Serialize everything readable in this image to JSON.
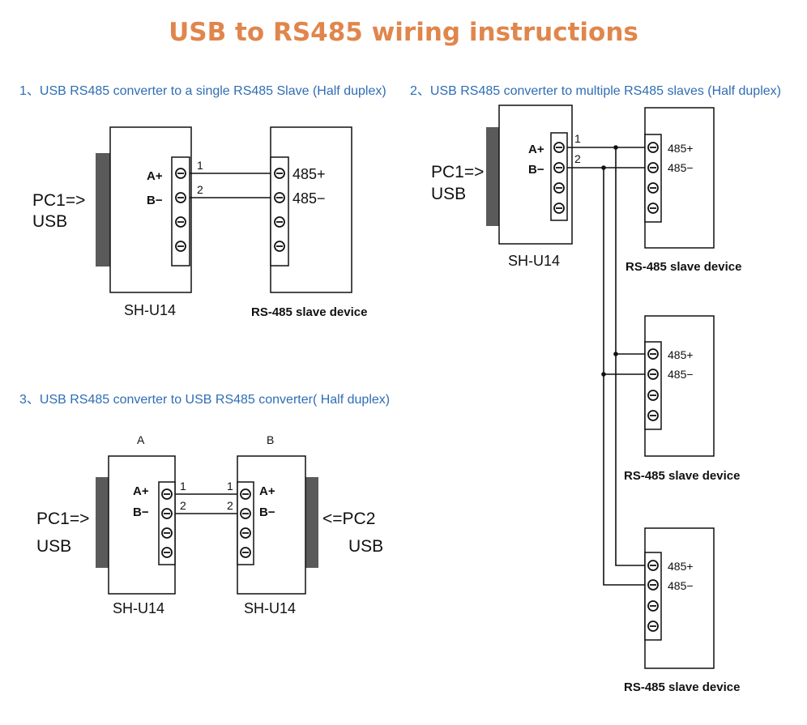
{
  "title": "USB to RS485 wiring instructions",
  "colors": {
    "title": "#e0864c",
    "heading": "#2f6db4",
    "line": "#111111",
    "port": "#555555"
  },
  "sections": [
    {
      "heading": "1、USB RS485 converter to a single RS485 Slave (Half duplex)"
    },
    {
      "heading": "2、USB RS485 converter to multiple RS485 slaves (Half duplex)"
    },
    {
      "heading": "3、USB RS485 converter to USB RS485 converter( Half duplex)"
    }
  ],
  "labels": {
    "pc1": "PC1=>",
    "pc2": "<=PC2",
    "usb": "USB",
    "converter": "SH-U14",
    "slave_device": "RS-485 slave device",
    "a_plus": "A+",
    "b_minus": "B−",
    "t485p": "485+",
    "t485m": "485−",
    "wire1": "1",
    "wire2": "2",
    "side_a": "A",
    "side_b": "B"
  }
}
